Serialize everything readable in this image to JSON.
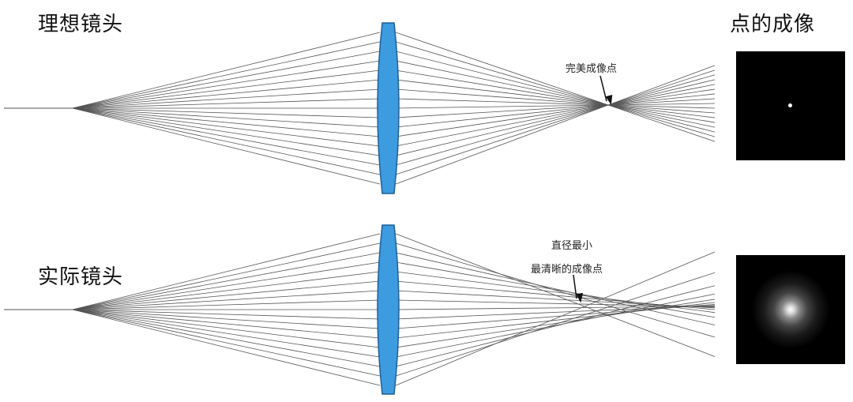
{
  "ideal": {
    "title": "理想镜头",
    "label": "完美成像点"
  },
  "real": {
    "title": "实际镜头",
    "label_line1": "直径最小",
    "label_line2": "最清晰的成像点"
  },
  "images_title": "点的成像",
  "colors": {
    "lens_fill": "#3d9be0",
    "lens_stroke": "#1f5f95",
    "ray": "#555555",
    "image_bg": "#000000"
  }
}
